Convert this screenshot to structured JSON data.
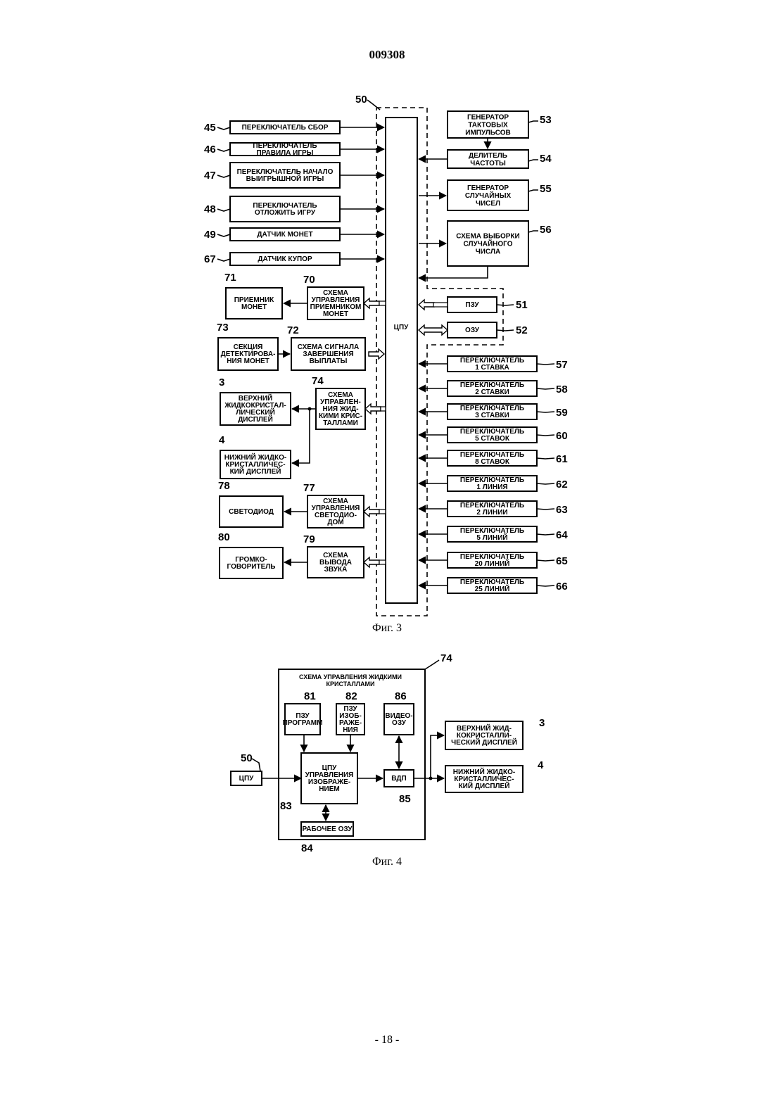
{
  "header": {
    "doc_number": "009308"
  },
  "fig3": {
    "caption": "Фиг. 3",
    "cpu": {
      "num": "50",
      "label": "ЦПУ"
    },
    "left_inputs": [
      {
        "num": "45",
        "lines": [
          "ПЕРЕКЛЮЧАТЕЛЬ СБОР"
        ]
      },
      {
        "num": "46",
        "lines": [
          "ПЕРЕКЛЮЧАТЕЛЬ",
          "ПРАВИЛА ИГРЫ"
        ]
      },
      {
        "num": "47",
        "lines": [
          "ПЕРЕКЛЮЧАТЕЛЬ НАЧАЛО",
          "ВЫИГРЫШНОЙ ИГРЫ"
        ]
      },
      {
        "num": "48",
        "lines": [
          "ПЕРЕКЛЮЧАТЕЛЬ",
          "ОТЛОЖИТЬ ИГРУ"
        ]
      },
      {
        "num": "49",
        "lines": [
          "ДАТЧИК МОНЕТ"
        ]
      },
      {
        "num": "67",
        "lines": [
          "ДАТЧИК КУПОР"
        ]
      }
    ],
    "right_top": [
      {
        "num": "53",
        "lines": [
          "ГЕНЕРАТОР",
          "ТАКТОВЫХ",
          "ИМПУЛЬСОВ"
        ]
      },
      {
        "num": "54",
        "lines": [
          "ДЕЛИТЕЛЬ",
          "ЧАСТОТЫ"
        ]
      },
      {
        "num": "55",
        "lines": [
          "ГЕНЕРАТОР",
          "СЛУЧАЙНЫХ",
          "ЧИСЕЛ"
        ]
      },
      {
        "num": "56",
        "lines": [
          "СХЕМА ВЫБОРКИ",
          "СЛУЧАЙНОГО",
          "ЧИСЛА"
        ]
      }
    ],
    "memory": [
      {
        "num": "51",
        "label": "ПЗУ"
      },
      {
        "num": "52",
        "label": "ОЗУ"
      }
    ],
    "left_outputs": [
      {
        "ctrl_num": "70",
        "ctrl_lines": [
          "СХЕМА",
          "УПРАВЛЕНИЯ",
          "ПРИЕМНИКОМ",
          "МОНЕТ"
        ],
        "dev_num": "71",
        "dev_lines": [
          "ПРИЕМНИК",
          "МОНЕТ"
        ]
      },
      {
        "ctrl_num": "72",
        "ctrl_lines": [
          "СХЕМА СИГНАЛА",
          "ЗАВЕРШЕНИЯ",
          "ВЫПЛАТЫ"
        ],
        "dev_num": "73",
        "dev_lines": [
          "СЕКЦИЯ",
          "ДЕТЕКТИРОВА-",
          "НИЯ МОНЕТ"
        ]
      },
      {
        "ctrl_num": "74",
        "ctrl_lines": [
          "СХЕМА",
          "УПРАВЛЕН-",
          "НИЯ ЖИД-",
          "КИМИ КРИС-",
          "ТАЛЛАМИ"
        ]
      },
      {
        "ctrl_num": "77",
        "ctrl_lines": [
          "СХЕМА",
          "УПРАВЛЕНИЯ",
          "СВЕТОДИО-",
          "ДОМ"
        ],
        "dev_num": "78",
        "dev_lines": [
          "СВЕТОДИОД"
        ]
      },
      {
        "ctrl_num": "79",
        "ctrl_lines": [
          "СХЕМА",
          "ВЫВОДА",
          "ЗВУКА"
        ],
        "dev_num": "80",
        "dev_lines": [
          "ГРОМКО-",
          "ГОВОРИТЕЛЬ"
        ]
      }
    ],
    "displays": [
      {
        "num": "3",
        "lines": [
          "ВЕРХНИЙ",
          "ЖИДКОКРИСТАЛ-",
          "ЛИЧЕСКИЙ",
          "ДИСПЛЕЙ"
        ]
      },
      {
        "num": "4",
        "lines": [
          "НИЖНИЙ ЖИДКО-",
          "КРИСТАЛЛИЧЕС-",
          "КИЙ ДИСПЛЕЙ"
        ]
      }
    ],
    "bet_switches": [
      {
        "num": "57",
        "lines": [
          "ПЕРЕКЛЮЧАТЕЛЬ",
          "1 СТАВКА"
        ]
      },
      {
        "num": "58",
        "lines": [
          "ПЕРЕКЛЮЧАТЕЛЬ",
          "2 СТАВКИ"
        ]
      },
      {
        "num": "59",
        "lines": [
          "ПЕРЕКЛЮЧАТЕЛЬ",
          "3 СТАВКИ"
        ]
      },
      {
        "num": "60",
        "lines": [
          "ПЕРЕКЛЮЧАТЕЛЬ",
          "5 СТАВОК"
        ]
      },
      {
        "num": "61",
        "lines": [
          "ПЕРЕКЛЮЧАТЕЛЬ",
          "8 СТАВОК"
        ]
      },
      {
        "num": "62",
        "lines": [
          "ПЕРЕКЛЮЧАТЕЛЬ",
          "1 ЛИНИЯ"
        ]
      },
      {
        "num": "63",
        "lines": [
          "ПЕРЕКЛЮЧАТЕЛЬ",
          "2 ЛИНИИ"
        ]
      },
      {
        "num": "64",
        "lines": [
          "ПЕРЕКЛЮЧАТЕЛЬ",
          "5 ЛИНИЙ"
        ]
      },
      {
        "num": "65",
        "lines": [
          "ПЕРЕКЛЮЧАТЕЛЬ",
          "20 ЛИНИЙ"
        ]
      },
      {
        "num": "66",
        "lines": [
          "ПЕРЕКЛЮЧАТЕЛЬ",
          "25 ЛИНИЙ"
        ]
      }
    ]
  },
  "fig4": {
    "caption": "Фиг. 4",
    "outer": {
      "num": "74",
      "title_lines": [
        "СХЕМА УПРАВЛЕНИЯ ЖИДКИМИ",
        "КРИСТАЛЛАМИ"
      ]
    },
    "cpu": {
      "num": "50",
      "label": "ЦПУ"
    },
    "prog_rom": {
      "num": "81",
      "lines": [
        "ПЗУ",
        "ПРОГРАММ"
      ]
    },
    "img_rom": {
      "num": "82",
      "lines": [
        "ПЗУ",
        "ИЗОБ-",
        "РАЖЕ-",
        "НИЯ"
      ]
    },
    "vram": {
      "num": "86",
      "lines": [
        "ВИДЕО-",
        "ОЗУ"
      ]
    },
    "img_cpu": {
      "num": "83",
      "lines": [
        "ЦПУ",
        "УПРАВЛЕНИЯ",
        "ИЗОБРАЖЕ-",
        "НИЕМ"
      ]
    },
    "vdp": {
      "num": "85",
      "label": "ВДП"
    },
    "work_ram": {
      "num": "84",
      "label": "РАБОЧЕЕ ОЗУ"
    },
    "upper_lcd": {
      "num": "3",
      "lines": [
        "ВЕРХНИЙ ЖИД-",
        "КОКРИСТАЛЛИ-",
        "ЧЕСКИЙ ДИСПЛЕЙ"
      ]
    },
    "lower_lcd": {
      "num": "4",
      "lines": [
        "НИЖНИЙ ЖИДКО-",
        "КРИСТАЛЛИЧЕС-",
        "КИЙ ДИСПЛЕЙ"
      ]
    }
  },
  "footer": {
    "page_number": "- 18 -"
  }
}
